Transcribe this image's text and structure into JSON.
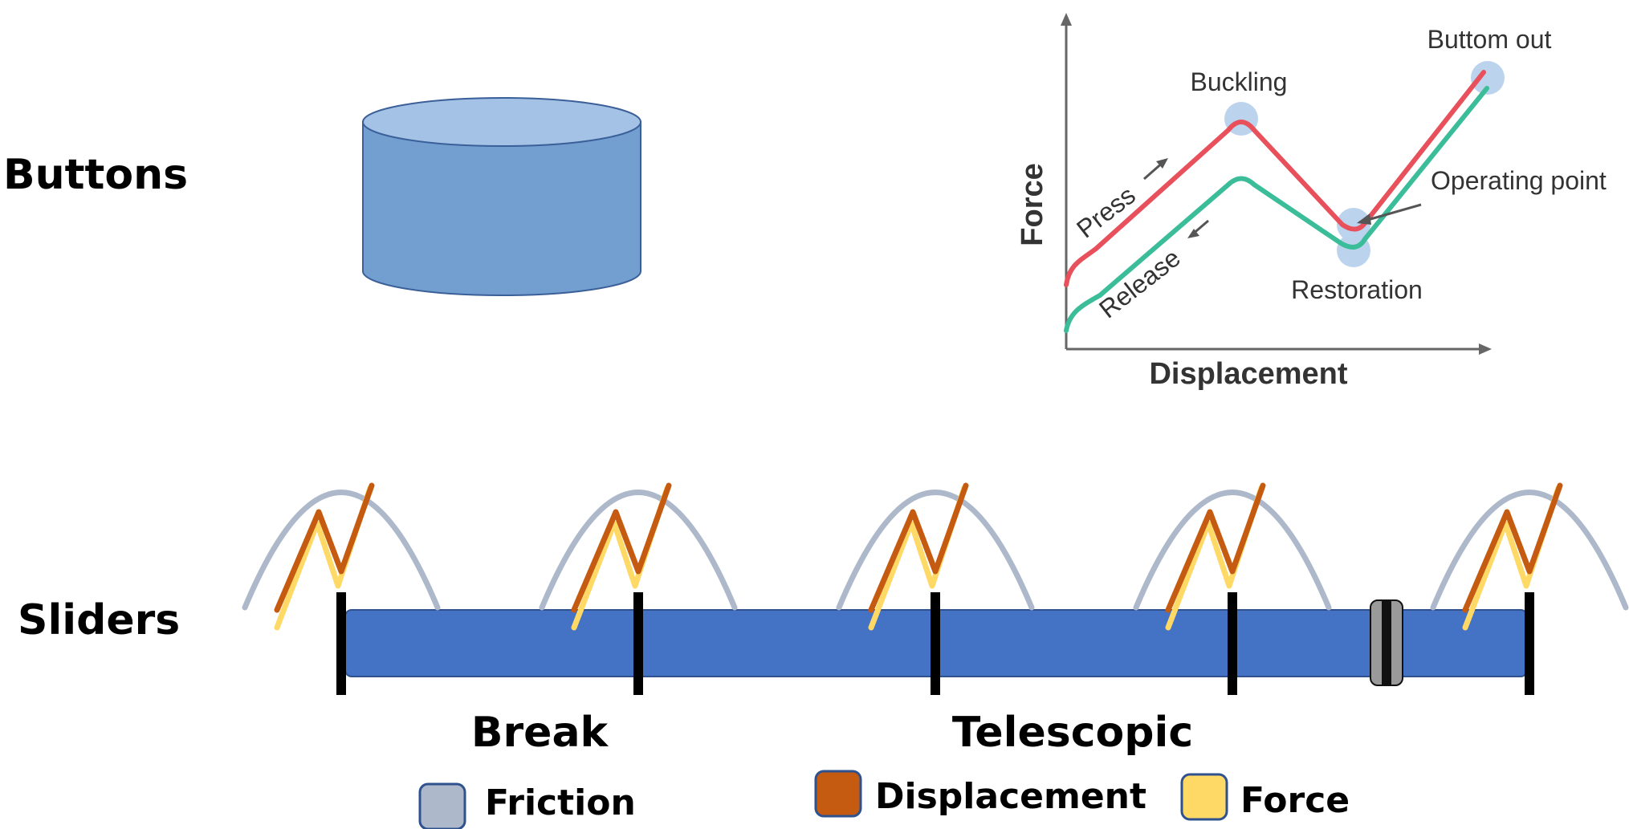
{
  "sections": {
    "buttons_label": "Buttons",
    "sliders_label": "Sliders"
  },
  "force_chart": {
    "xlabel": "Displacement",
    "ylabel": "Force",
    "annotations": {
      "buckling": "Buckling",
      "bottom_out": "Buttom out",
      "operating_point": "Operating point",
      "restoration": "Restoration",
      "press": "Press",
      "release": "Release"
    },
    "colors": {
      "press": "#e8505b",
      "release": "#3bbd9a",
      "marker": "#bcd3ee",
      "axis": "#666666"
    }
  },
  "slider": {
    "type_labels": {
      "break": "Break",
      "telescopic": "Telescopic"
    },
    "detent_count": 5,
    "colors": {
      "track": "#4472c4",
      "friction": "#adb9ca",
      "displacement": "#c55a11",
      "force": "#ffd966"
    }
  },
  "legend": [
    {
      "label": "Friction",
      "color": "#adb9ca"
    },
    {
      "label": "Displacement",
      "color": "#c55a11"
    },
    {
      "label": "Force",
      "color": "#ffd966"
    }
  ]
}
